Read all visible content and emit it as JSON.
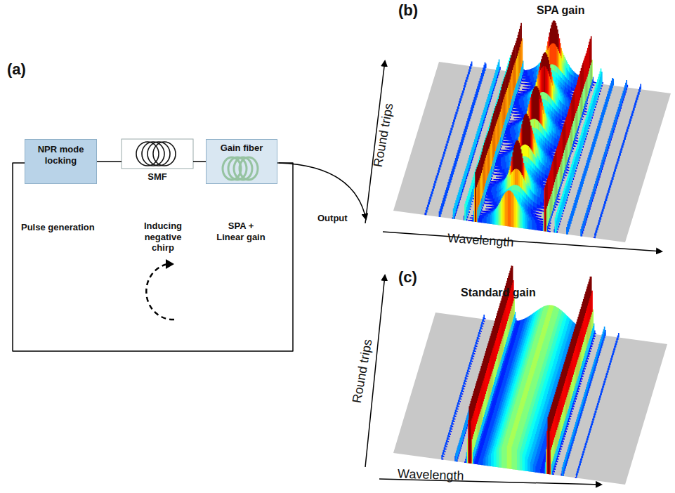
{
  "diagram": {
    "nodes": [
      {
        "text": [
          "NPR mode locking"
        ]
      },
      {
        "text": [
          "SMF"
        ]
      },
      {
        "text": [
          "Gain fiber"
        ]
      }
    ],
    "edges": [
      {
        "from": 0,
        "to": 1,
        "arrow": "none"
      },
      {
        "from": 1,
        "to": 2,
        "arrow": "none"
      },
      {
        "from": 2,
        "to": 0,
        "arrow": "none"
      }
    ],
    "labels": [
      "(a)",
      "(b)",
      "(c)",
      "SPA gain",
      "Standard gain",
      "Round trips",
      "Wavelength",
      "Round trips",
      "Wavelength",
      "Pulse generation",
      "Inducing negative chirp",
      "SPA + Linear gain",
      "Output"
    ]
  }
}
